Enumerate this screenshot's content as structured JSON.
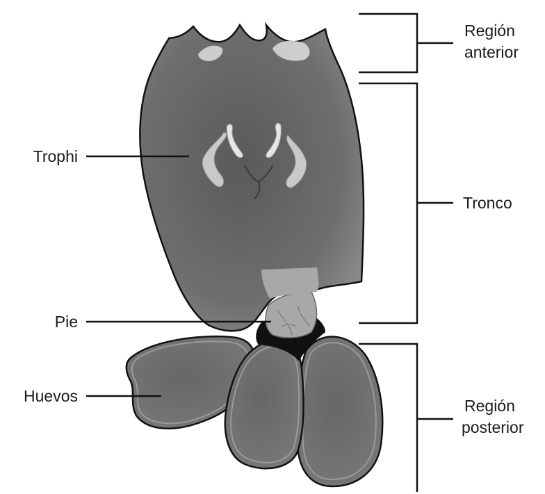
{
  "labels": {
    "anterior_line1": "Región",
    "anterior_line2": "anterior",
    "trophi": "Trophi",
    "tronco": "Tronco",
    "pie": "Pie",
    "huevos": "Huevos",
    "posterior_line1": "Región",
    "posterior_line2": "posterior"
  },
  "colors": {
    "body_fill": "#6b6b6b",
    "body_dark": "#555555",
    "corona_light": "#d8d8d8",
    "trophi_light": "#c9c9c9",
    "foot_fill": "#a8a8a8",
    "toe_band": "#111111",
    "egg_fill": "#6e6e6e",
    "egg_rim": "#9a9a9a",
    "outline": "#111111",
    "text": "#1a1a1a"
  }
}
